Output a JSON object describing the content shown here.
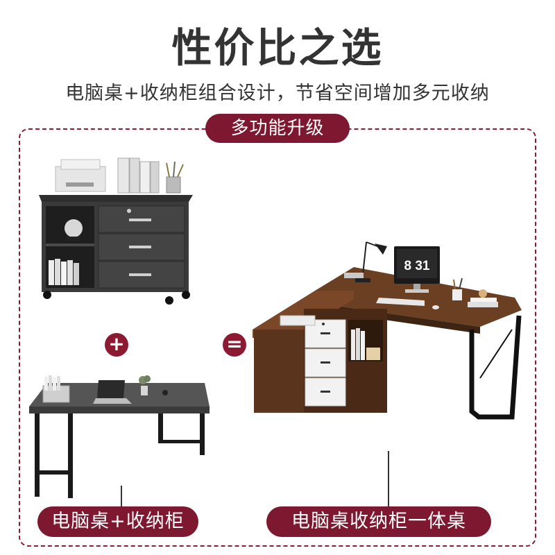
{
  "header": {
    "title": "性价比之选",
    "subtitle": "电脑桌+收纳柜组合设计，节省空间增加多元收纳"
  },
  "badge": {
    "label": "多功能升级"
  },
  "operators": {
    "plus": "+",
    "equals": "="
  },
  "labels": {
    "left": "电脑桌+收纳柜",
    "right": "电脑桌收纳柜一体桌"
  },
  "monitor": {
    "clock": "8 31"
  },
  "colors": {
    "accent": "#7e1830",
    "text": "#333333",
    "walnut": "#6b3f22",
    "graphite": "#4a4a4a"
  }
}
